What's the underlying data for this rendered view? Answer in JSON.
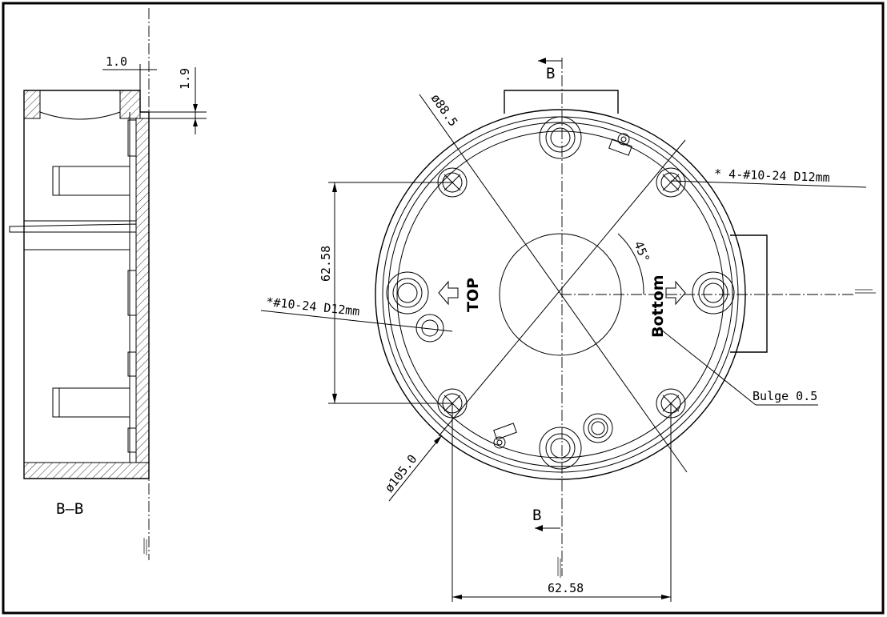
{
  "section_label": "B—B",
  "section_marks": {
    "top": "B",
    "bottom": "B"
  },
  "dimensions": {
    "wall_thickness": "1.0",
    "lip_height": "1.9",
    "inner_diameter": "ø88.5",
    "outer_diameter": "ø105.0",
    "vertical_spacing": "62.58",
    "horizontal_spacing": "62.58",
    "angle": "45°"
  },
  "callouts": {
    "holes_four": "*  4-#10-24 D12mm",
    "hole_single": "*#10-24 D12mm",
    "bulge": "Bulge 0.5"
  },
  "orientation": {
    "top": "TOP",
    "bottom": "Bottom"
  }
}
